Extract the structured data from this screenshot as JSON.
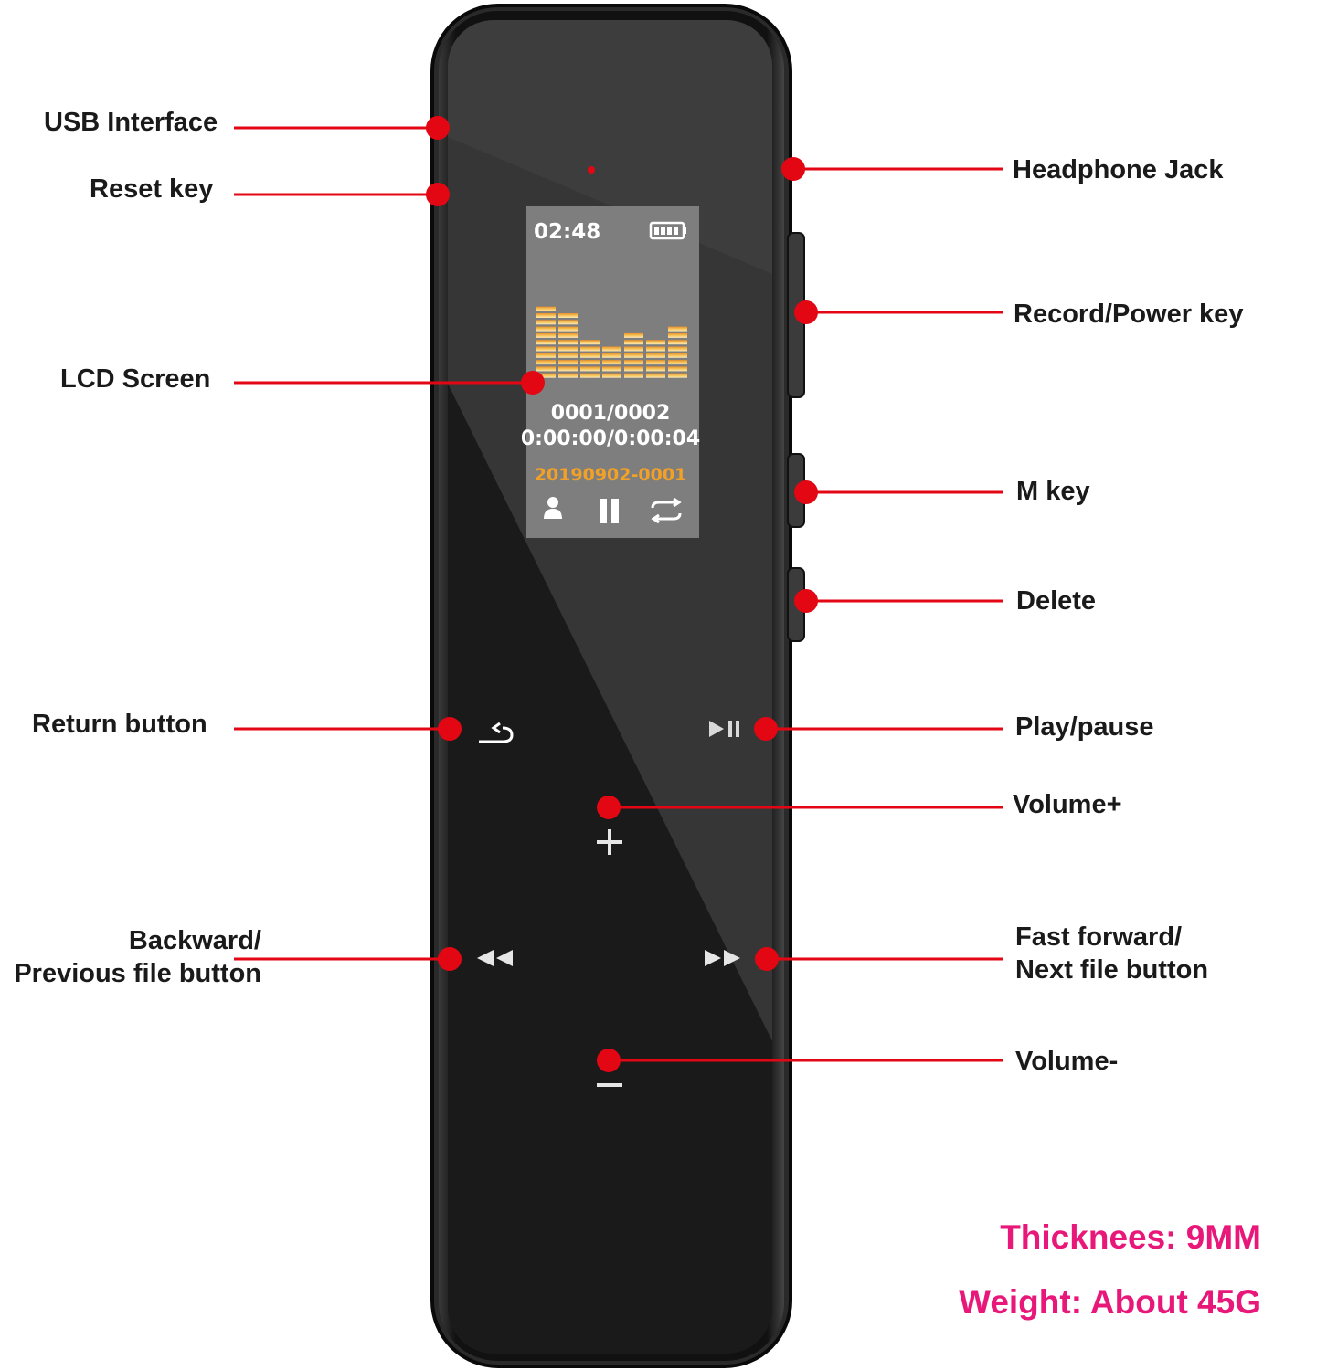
{
  "labels": {
    "usb_interface": "USB Interface",
    "reset_key": "Reset key",
    "lcd_screen": "LCD Screen",
    "return_button": "Return button",
    "backward_line1": "Backward/",
    "backward_line2": "Previous file button",
    "headphone_jack": "Headphone Jack",
    "record_power_key": "Record/Power key",
    "m_key": "M key",
    "delete": "Delete",
    "play_pause": "Play/pause",
    "volume_plus": "Volume+",
    "fast_forward_line1": "Fast forward/",
    "fast_forward_line2": "Next file button",
    "volume_minus": "Volume-"
  },
  "specs": {
    "thickness": "Thicknees: 9MM",
    "weight": "Weight: About 45G"
  },
  "lcd": {
    "time": "02:48",
    "file_counter": "0001/0002",
    "elapsed": "0:00:00/0:00:04",
    "file_name": "20190902-0001",
    "icons": [
      "person-icon",
      "pause-icon",
      "repeat-icon"
    ],
    "equalizer_levels": [
      11,
      10,
      6,
      5,
      7,
      6,
      8
    ]
  },
  "device_buttons": {
    "return_symbol": "⮌",
    "play_pause_symbol": "▶II",
    "volume_plus_symbol": "+",
    "volume_minus_symbol": "−",
    "backward_symbol": "◀◀",
    "forward_symbol": "▶▶"
  },
  "colors": {
    "callout": "#e30613",
    "spec_text": "#e8187a",
    "lcd_text_highlight": "#f2a126"
  }
}
